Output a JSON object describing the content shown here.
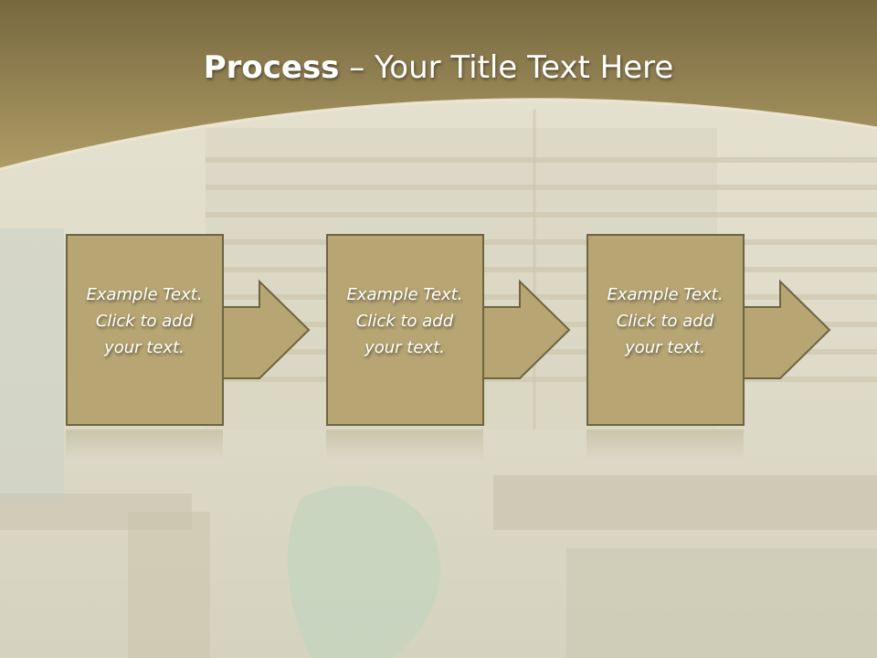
{
  "slide": {
    "title_bold": "Process",
    "title_rest": " – Your Title Text Here",
    "colors": {
      "header": "#a38f5b",
      "box_fill": "#b7a674",
      "box_border": "#6f6440",
      "text": "#ffffff"
    },
    "steps": [
      {
        "text": "Example Text.\nClick  to add\nyour text."
      },
      {
        "text": "Example Text.\nClick  to add\nyour text."
      },
      {
        "text": "Example Text.\nClick  to add\nyour text."
      }
    ]
  }
}
